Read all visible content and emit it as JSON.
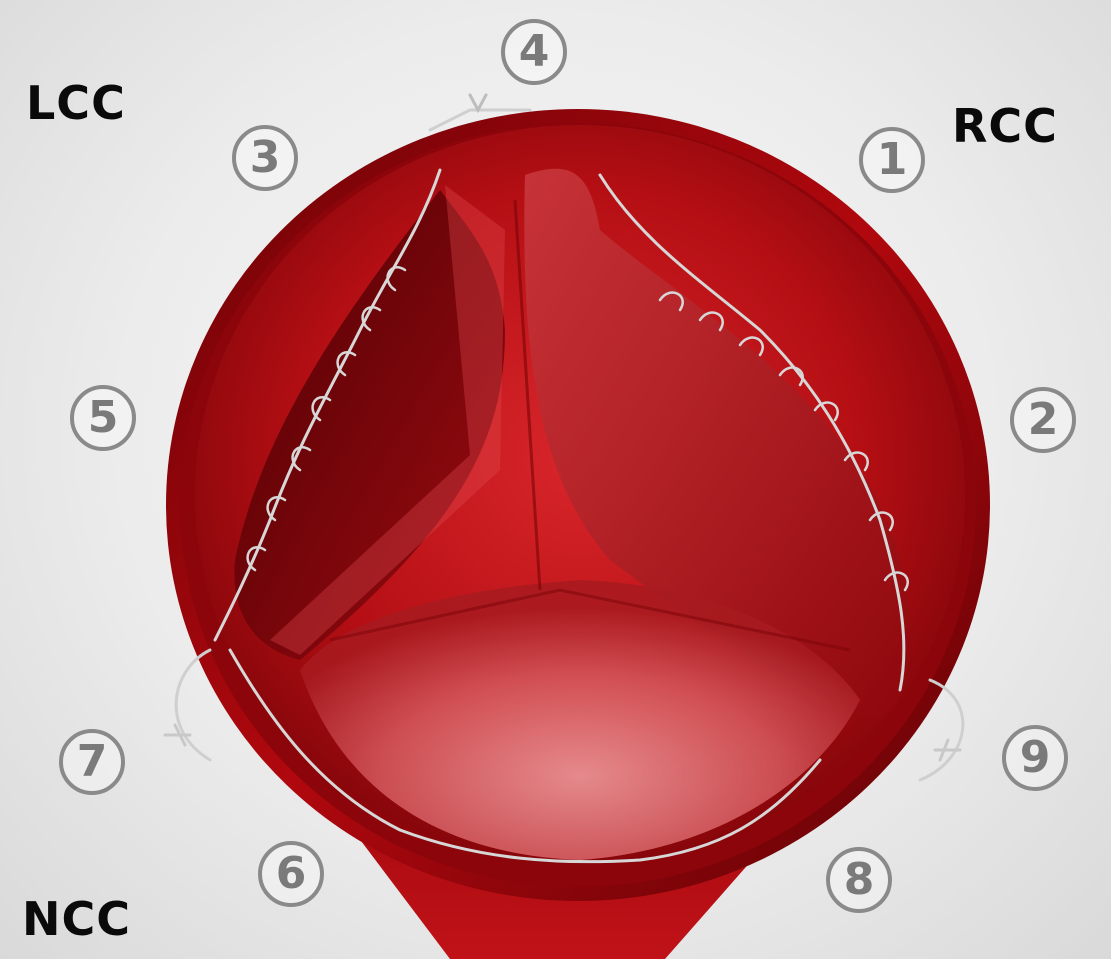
{
  "labels": {
    "lcc": "LCC",
    "rcc": "RCC",
    "ncc": "NCC"
  },
  "markers": [
    {
      "num": "1"
    },
    {
      "num": "2"
    },
    {
      "num": "3"
    },
    {
      "num": "4"
    },
    {
      "num": "5"
    },
    {
      "num": "6"
    },
    {
      "num": "7"
    },
    {
      "num": "8"
    },
    {
      "num": "9"
    }
  ],
  "colors": {
    "vessel": "#a80a0e",
    "vessel_dark": "#5a0206",
    "leaflet": "#c92228",
    "suture": "#cfcfcf",
    "marker": "#8a8a8a"
  }
}
